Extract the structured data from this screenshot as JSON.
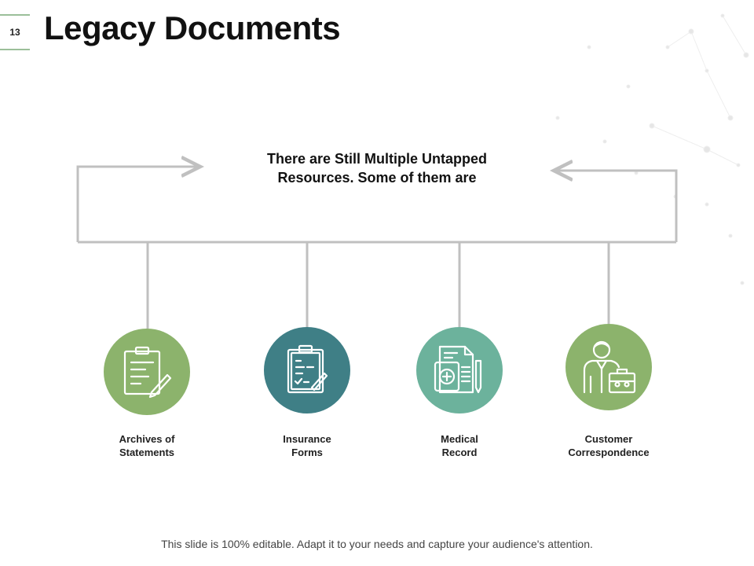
{
  "slide": {
    "page_number": "13",
    "title": "Legacy Documents",
    "headline": "There are Still Multiple Untapped Resources. Some of them are",
    "footer": "This slide is 100% editable. Adapt it to your needs and capture your audience's attention."
  },
  "items": [
    {
      "label": "Archives of Statements",
      "icon": "clipboard-pencil-icon",
      "color": "#8cb36c"
    },
    {
      "label": "Insurance Forms",
      "icon": "clipboard-checklist-icon",
      "color": "#3f7f86"
    },
    {
      "label": "Medical Record",
      "icon": "medical-record-icon",
      "color": "#6cb29c"
    },
    {
      "label": "Customer Correspondence",
      "icon": "businessman-briefcase-icon",
      "color": "#8cb36c"
    }
  ],
  "colors": {
    "connector": "#c0c0c0",
    "accent_line": "#9bbf9a"
  }
}
